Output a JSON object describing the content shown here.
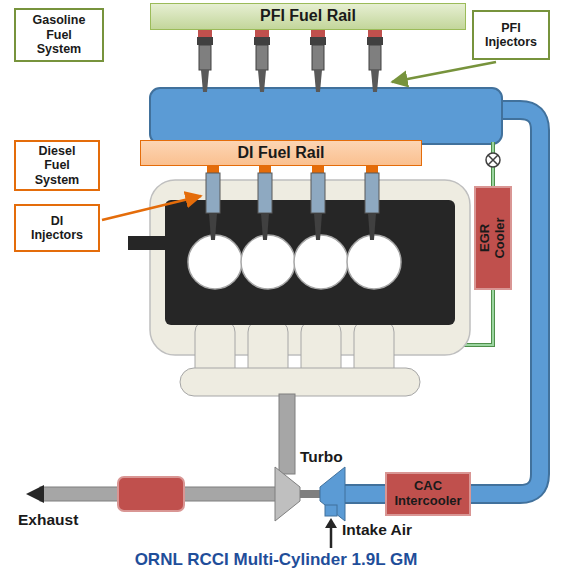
{
  "diagram": {
    "caption": "ORNL RCCI Multi-Cylinder 1.9L GM",
    "nodes": [
      {
        "text": [
          "Gasoline Fuel System"
        ]
      },
      {
        "text": [
          "PFI Fuel Rail"
        ]
      },
      {
        "text": [
          "PFI Injectors"
        ]
      },
      {
        "text": [
          "Diesel Fuel System"
        ]
      },
      {
        "text": [
          "DI Fuel Rail"
        ]
      },
      {
        "text": [
          "DI Injectors"
        ]
      },
      {
        "text": [
          "EGR Cooler"
        ]
      },
      {
        "text": [
          "CAC Intercooler"
        ]
      }
    ],
    "labels": [
      "Turbo",
      "Exhaust",
      "Intake Air"
    ]
  }
}
